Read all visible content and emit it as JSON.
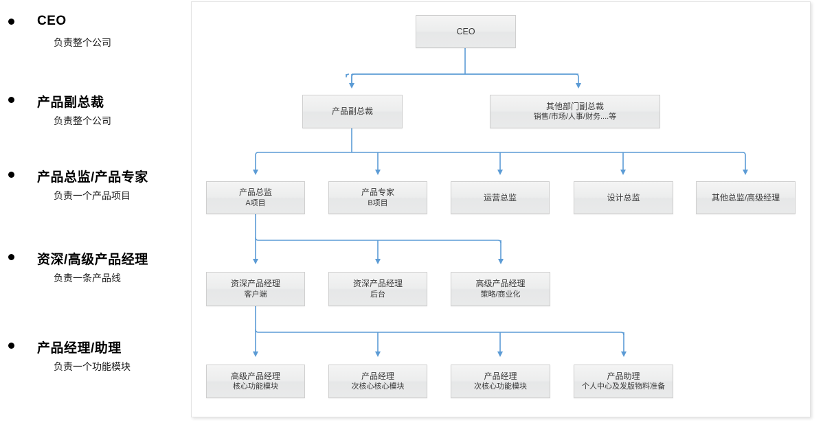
{
  "legend": {
    "items": [
      {
        "bullet": "bullet-dot",
        "title": "CEO",
        "subtitle": "负责整个公司"
      },
      {
        "bullet": "bullet-dot",
        "title": "产品副总裁",
        "subtitle": "负责整个公司"
      },
      {
        "bullet": "bullet-dot",
        "title": "产品总监/产品专家",
        "subtitle": "负责一个产品项目"
      },
      {
        "bullet": "bullet-dot",
        "title": "资深/高级产品经理",
        "subtitle": "负责一条产品线"
      },
      {
        "bullet": "bullet-dot",
        "title": "产品经理/助理",
        "subtitle": "负责一个功能模块"
      }
    ]
  },
  "chart_data": {
    "type": "diagram",
    "title": "",
    "connector_color": "#5b9bd5",
    "node_fill": "#eceded",
    "node_border": "#cfcfcf",
    "levels": [
      {
        "level": 1,
        "nodes": [
          {
            "id": "ceo",
            "line1": "CEO",
            "line2": ""
          }
        ]
      },
      {
        "level": 2,
        "nodes": [
          {
            "id": "vp-product",
            "line1": "产品副总裁",
            "line2": ""
          },
          {
            "id": "vp-other",
            "line1": "其他部门副总裁",
            "line2": "销售/市场/人事/财务....等"
          }
        ]
      },
      {
        "level": 3,
        "nodes": [
          {
            "id": "product-director",
            "line1": "产品总监",
            "line2": "A项目"
          },
          {
            "id": "product-expert",
            "line1": "产品专家",
            "line2": "B项目"
          },
          {
            "id": "ops-director",
            "line1": "运营总监",
            "line2": ""
          },
          {
            "id": "design-director",
            "line1": "设计总监",
            "line2": ""
          },
          {
            "id": "other-director",
            "line1": "其他总监/高级经理",
            "line2": ""
          }
        ]
      },
      {
        "level": 4,
        "nodes": [
          {
            "id": "senior-pm-client",
            "line1": "资深产品经理",
            "line2": "客户端"
          },
          {
            "id": "senior-pm-backend",
            "line1": "资深产品经理",
            "line2": "后台"
          },
          {
            "id": "senior-pm-strategy",
            "line1": "高级产品经理",
            "line2": "策略/商业化"
          }
        ]
      },
      {
        "level": 5,
        "nodes": [
          {
            "id": "spm-core",
            "line1": "高级产品经理",
            "line2": "核心功能模块"
          },
          {
            "id": "pm-subcore-core",
            "line1": "产品经理",
            "line2": "次核心核心模块"
          },
          {
            "id": "pm-subcore-func",
            "line1": "产品经理",
            "line2": "次核心功能模块"
          },
          {
            "id": "pa-assistant",
            "line1": "产品助理",
            "line2": "个人中心及发版物料准备"
          }
        ]
      }
    ],
    "edges": [
      {
        "from": "ceo",
        "to": "vp-product"
      },
      {
        "from": "ceo",
        "to": "vp-other"
      },
      {
        "from": "vp-product",
        "to": "product-director"
      },
      {
        "from": "vp-product",
        "to": "product-expert"
      },
      {
        "from": "vp-product",
        "to": "ops-director"
      },
      {
        "from": "vp-product",
        "to": "design-director"
      },
      {
        "from": "vp-product",
        "to": "other-director"
      },
      {
        "from": "product-director",
        "to": "senior-pm-client"
      },
      {
        "from": "product-director",
        "to": "senior-pm-backend"
      },
      {
        "from": "product-director",
        "to": "senior-pm-strategy"
      },
      {
        "from": "senior-pm-client",
        "to": "spm-core"
      },
      {
        "from": "senior-pm-client",
        "to": "pm-subcore-core"
      },
      {
        "from": "senior-pm-client",
        "to": "pm-subcore-func"
      },
      {
        "from": "senior-pm-client",
        "to": "pa-assistant"
      }
    ]
  }
}
